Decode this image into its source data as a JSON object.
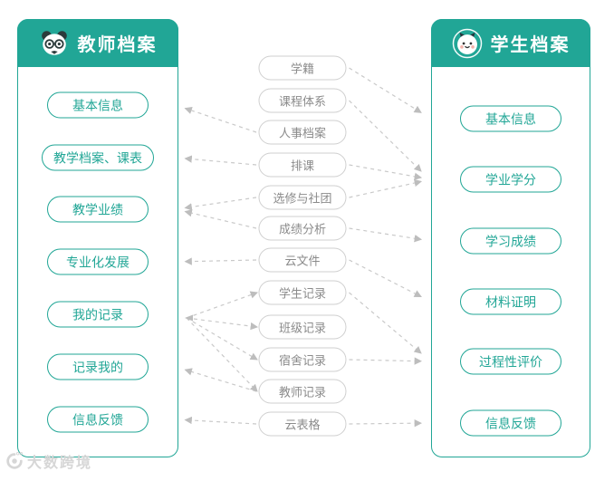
{
  "colors": {
    "teal": "#21a696",
    "gray_border": "#cfcfcf",
    "gray_text": "#8b8b8b",
    "line": "#c9c9c9",
    "arrow": "#bdbdbd",
    "watermark": "#d6d6d6"
  },
  "left_panel": {
    "title": "教师档案",
    "icon": "panda-mascot-icon",
    "items": [
      "基本信息",
      "教学档案、课表",
      "教学业绩",
      "专业化发展",
      "我的记录",
      "记录我的",
      "信息反馈"
    ]
  },
  "middle": {
    "items": [
      "学籍",
      "课程体系",
      "人事档案",
      "排课",
      "选修与社团",
      "成绩分析",
      "云文件",
      "学生记录",
      "班级记录",
      "宿舍记录",
      "教师记录",
      "云表格"
    ]
  },
  "right_panel": {
    "title": "学生档案",
    "icon": "calf-mascot-icon",
    "items": [
      "基本信息",
      "学业学分",
      "学习成绩",
      "材料证明",
      "过程性评价",
      "信息反馈"
    ]
  },
  "connections": {
    "into_teacher": [
      {
        "from": "人事档案",
        "to": "基本信息"
      },
      {
        "from": "排课",
        "to": "教学档案、课表"
      },
      {
        "from": "选修与社团",
        "to": "教学业绩"
      },
      {
        "from": "成绩分析",
        "to": "教学业绩"
      },
      {
        "from": "云文件",
        "to": "专业化发展"
      },
      {
        "from": "教师记录",
        "to": "记录我的"
      },
      {
        "from": "云表格",
        "to": "信息反馈"
      }
    ],
    "from_teacher": [
      {
        "from": "我的记录",
        "to": "学生记录"
      },
      {
        "from": "我的记录",
        "to": "班级记录"
      },
      {
        "from": "我的记录",
        "to": "宿舍记录"
      },
      {
        "from": "我的记录",
        "to": "教师记录"
      }
    ],
    "into_student": [
      {
        "from": "学籍",
        "to": "基本信息"
      },
      {
        "from": "课程体系",
        "to": "学业学分"
      },
      {
        "from": "排课",
        "to": "学业学分"
      },
      {
        "from": "选修与社团",
        "to": "学业学分"
      },
      {
        "from": "成绩分析",
        "to": "学习成绩"
      },
      {
        "from": "云文件",
        "to": "材料证明"
      },
      {
        "from": "学生记录",
        "to": "过程性评价"
      },
      {
        "from": "宿舍记录",
        "to": "过程性评价"
      },
      {
        "from": "云表格",
        "to": "信息反馈"
      }
    ]
  },
  "watermark": {
    "text": "大数跨境"
  }
}
